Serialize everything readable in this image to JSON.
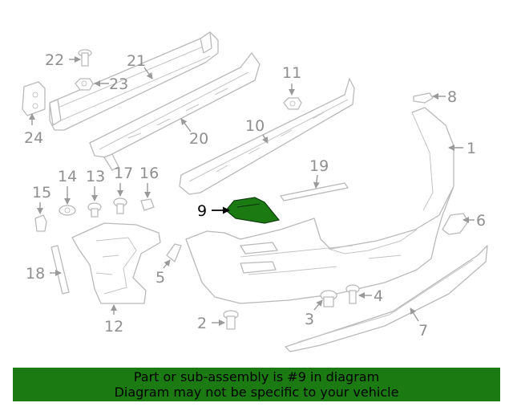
{
  "diagram": {
    "highlight_color": "#1c7a12",
    "highlighted_part": "9",
    "callouts": [
      "1",
      "2",
      "3",
      "4",
      "5",
      "6",
      "7",
      "8",
      "9",
      "10",
      "11",
      "12",
      "13",
      "14",
      "15",
      "16",
      "17",
      "18",
      "19",
      "20",
      "21",
      "22",
      "23",
      "24"
    ]
  },
  "banner": {
    "line1": "Part or sub-assembly is #9 in diagram",
    "line2": "Diagram may not be specific to your vehicle",
    "background": "#1c7a12"
  }
}
